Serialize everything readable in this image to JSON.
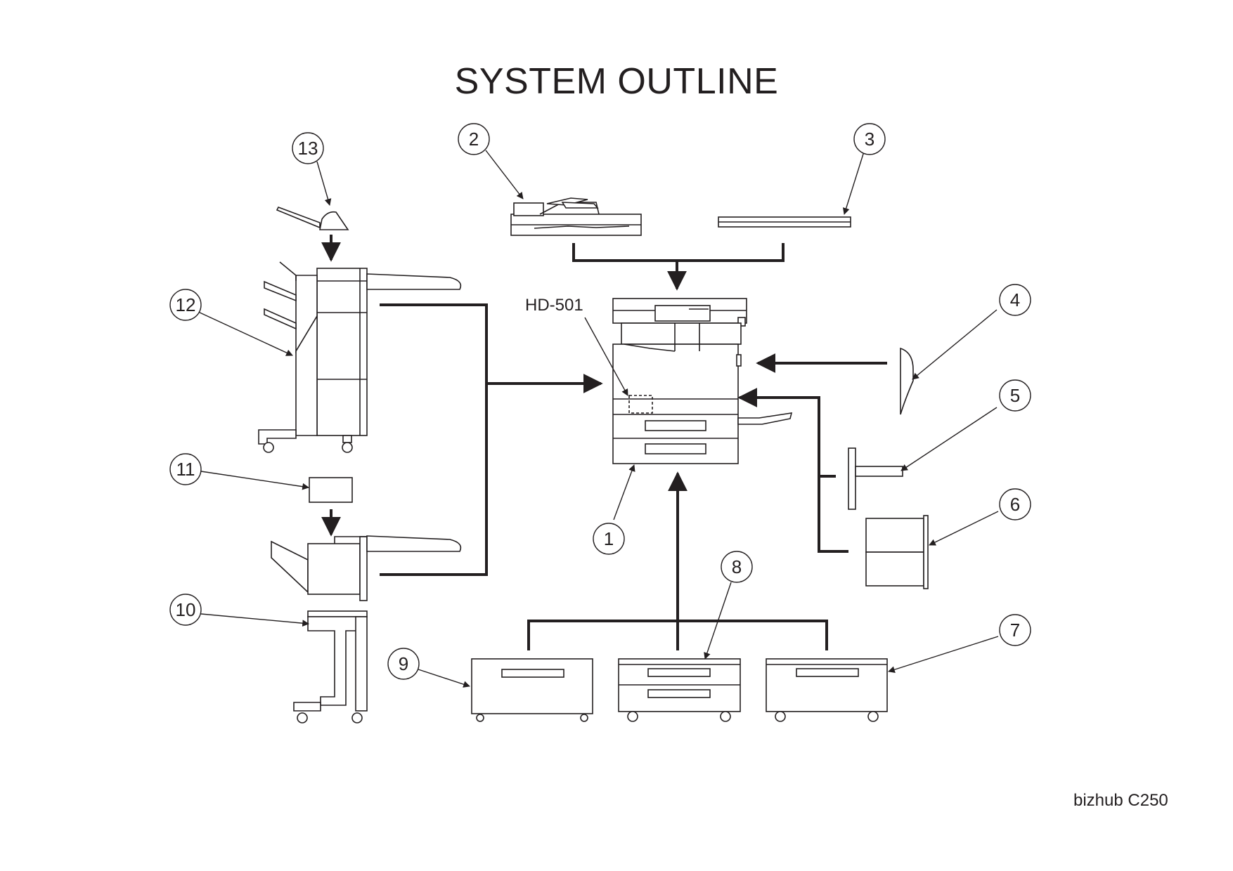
{
  "page": {
    "title": "SYSTEM OUTLINE",
    "model_label": "bizhub C250"
  },
  "diagram": {
    "hd_label": "HD-501",
    "callouts": [
      "1",
      "2",
      "3",
      "4",
      "5",
      "6",
      "7",
      "8",
      "9",
      "10",
      "11",
      "12",
      "13"
    ]
  }
}
